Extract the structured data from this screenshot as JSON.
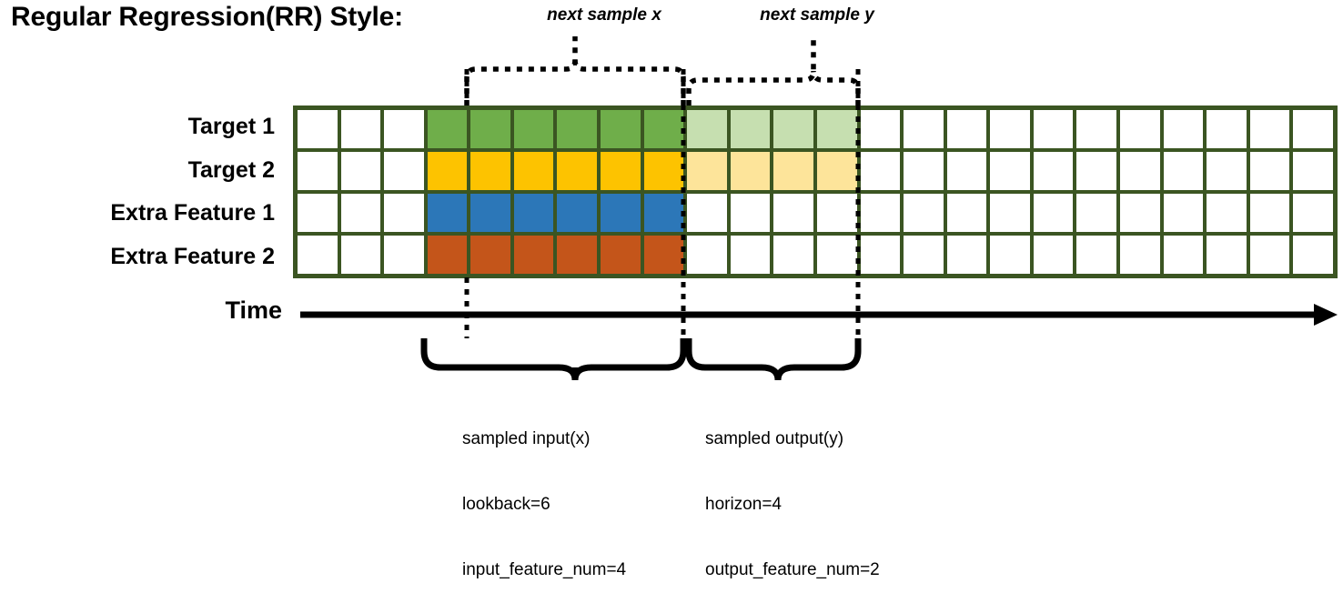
{
  "title": "Regular Regression(RR) Style:",
  "annotations": {
    "next_sample_x": "next sample x",
    "next_sample_y": "next sample y"
  },
  "rows": [
    {
      "label": "Target 1",
      "color": "#6FAE4A",
      "light_color": "#C6DFB0"
    },
    {
      "label": "Target 2",
      "color": "#FDC300",
      "light_color": "#FDE49A"
    },
    {
      "label": "Extra Feature 1",
      "color": "#2C77B8",
      "light_color": null
    },
    {
      "label": "Extra Feature 2",
      "color": "#C4551A",
      "light_color": null
    }
  ],
  "grid": {
    "total_columns": 24,
    "leading_blank_columns": 3,
    "input_columns": 6,
    "output_columns": 4,
    "trailing_blank_columns": 11,
    "border_color": "#3b5522",
    "empty_cell_color": "#ffffff"
  },
  "time_axis": {
    "label": "Time"
  },
  "captions": {
    "input": {
      "line1": "sampled input(x)",
      "line2": "lookback=6",
      "line3": "input_feature_num=4"
    },
    "output": {
      "line1": "sampled output(y)",
      "line2": "horizon=4",
      "line3": "output_feature_num=2"
    }
  }
}
